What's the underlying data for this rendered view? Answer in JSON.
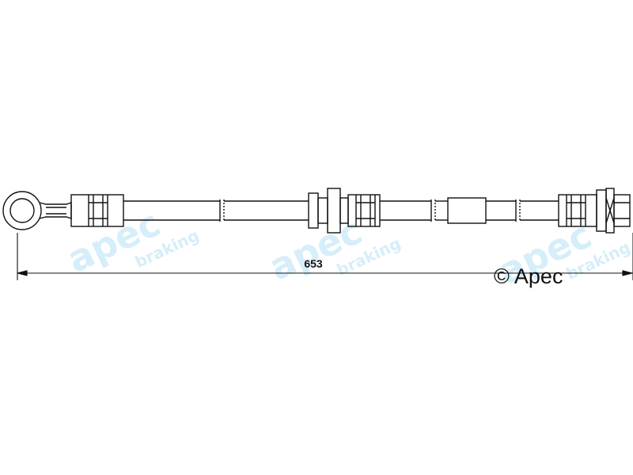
{
  "drawing": {
    "dimension_label": "653",
    "copyright_text": "© Apec",
    "line_color": "#111111",
    "watermark_color": "#d6eef9"
  },
  "watermark": {
    "brand_text": "apec",
    "tagline_text": "braking"
  }
}
